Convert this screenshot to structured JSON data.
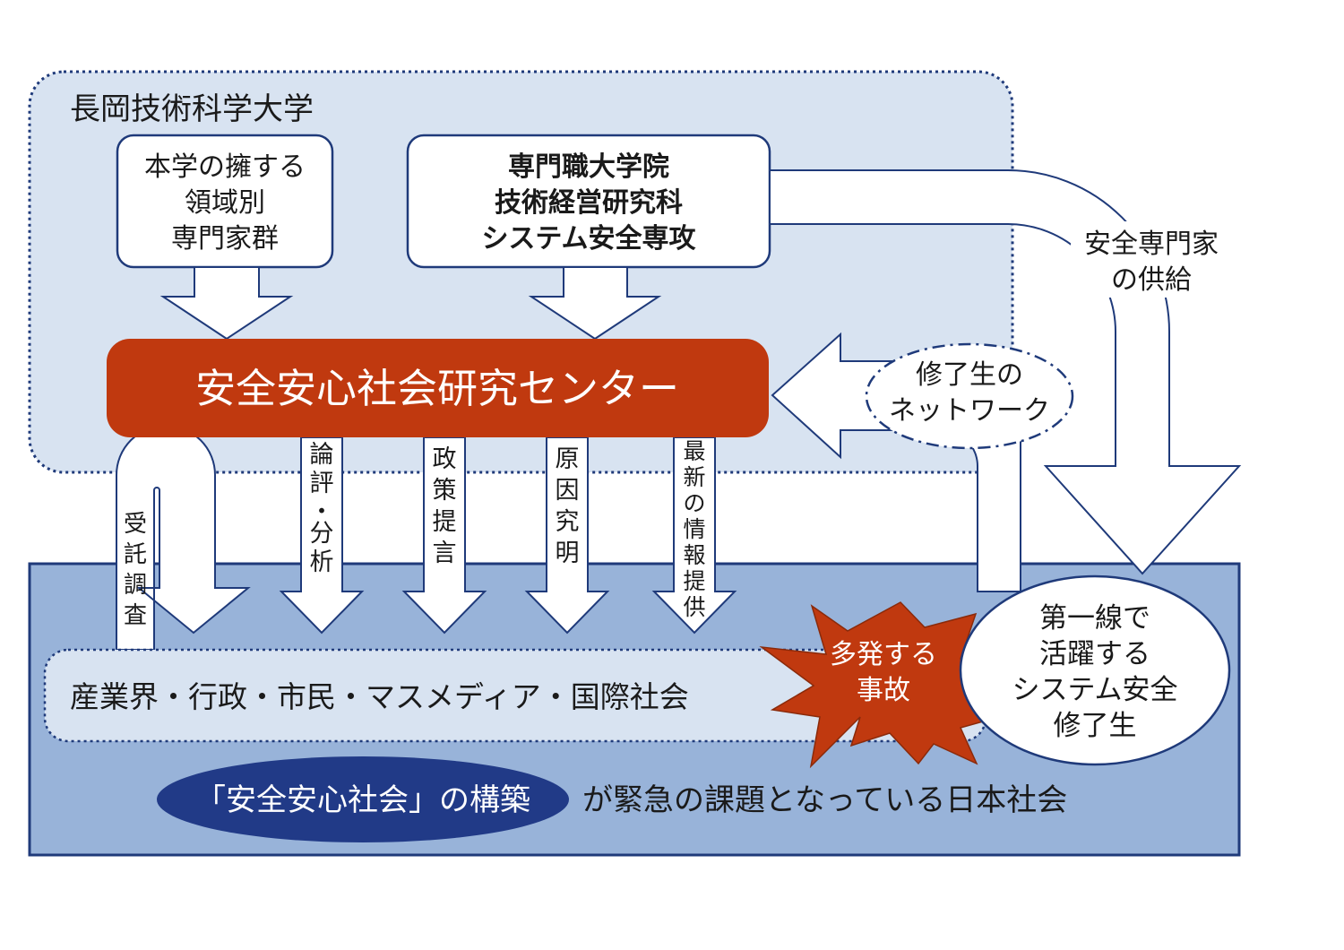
{
  "university": {
    "label": "長岡技術科学大学"
  },
  "experts_box": {
    "lines": [
      "本学の擁する",
      "領域別",
      "専門家群"
    ]
  },
  "graduate_box": {
    "lines": [
      "専門職大学院",
      "技術経営研究科",
      "システム安全専攻"
    ]
  },
  "center": {
    "label": "安全安心社会研究センター"
  },
  "supply_label": {
    "lines": [
      "安全専門家",
      "の供給"
    ]
  },
  "network": {
    "lines": [
      "修了生の",
      "ネットワーク"
    ]
  },
  "contracted_survey": {
    "label": "受託調査"
  },
  "down_arrows": [
    {
      "label": "論評・分析"
    },
    {
      "label": "政策提言"
    },
    {
      "label": "原因究明"
    },
    {
      "label": "最新の情報提供"
    }
  ],
  "society_box": {
    "label": "産業界・行政・市民・マスメディア・国際社会"
  },
  "accidents": {
    "lines": [
      "多発する",
      "事故"
    ]
  },
  "graduates": {
    "lines": [
      "第一線で",
      "活躍する",
      "システム安全",
      "修了生"
    ]
  },
  "bottom": {
    "oval_label": "「安全安心社会」の構築",
    "trailing_text": "が緊急の課題となっている日本社会"
  },
  "colors": {
    "university_fill": "#d8e3f1",
    "society_fill": "#98b3d9",
    "center_fill": "#c0390f",
    "oval_fill": "#213a87",
    "border_navy": "#1f3a7a",
    "arrow_outline": "#1f3a7a"
  }
}
